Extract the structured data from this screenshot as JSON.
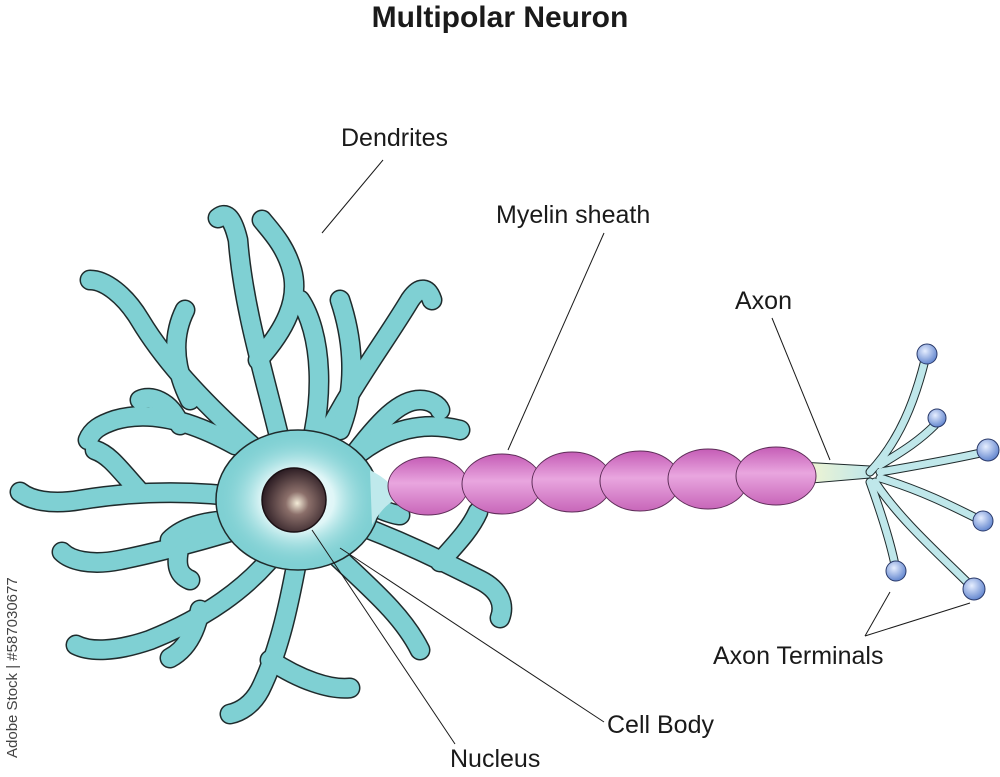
{
  "title": "Multipolar Neuron",
  "labels": {
    "dendrites": "Dendrites",
    "myelin_sheath": "Myelin sheath",
    "axon": "Axon",
    "axon_terminals": "Axon Terminals",
    "cell_body": "Cell Body",
    "nucleus": "Nucleus"
  },
  "credit": "Adobe Stock | #587030677",
  "colors": {
    "dendrite_fill": "#7fd0d3",
    "dendrite_light": "#e9fafb",
    "myelin_fill": "#d778c8",
    "myelin_light": "#f2c6ec",
    "nucleus": "#2c1b24",
    "terminal_bulb": "#6a8fd6",
    "outline": "#1f2b2c"
  }
}
